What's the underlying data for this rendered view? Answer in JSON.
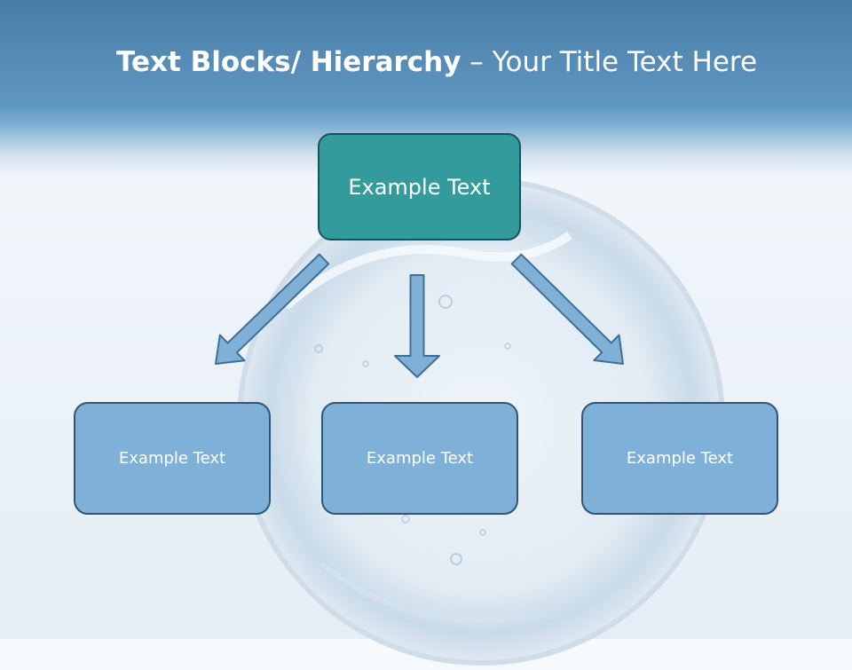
{
  "slide": {
    "title_bold": "Text Blocks/ Hierarchy",
    "title_rest": " – Your Title Text Here"
  },
  "diagram": {
    "top": {
      "label": "Example Text"
    },
    "children": [
      {
        "label": "Example Text"
      },
      {
        "label": "Example Text"
      },
      {
        "label": "Example Text"
      }
    ]
  },
  "colors": {
    "header": "#5f97c3",
    "top_box_fill": "#339b9c",
    "top_box_border": "#1f4e5f",
    "child_box_fill": "#7fb0d7",
    "child_box_border": "#2e5679",
    "arrow_fill": "#7fb0d7",
    "arrow_stroke": "#3f6f96"
  }
}
